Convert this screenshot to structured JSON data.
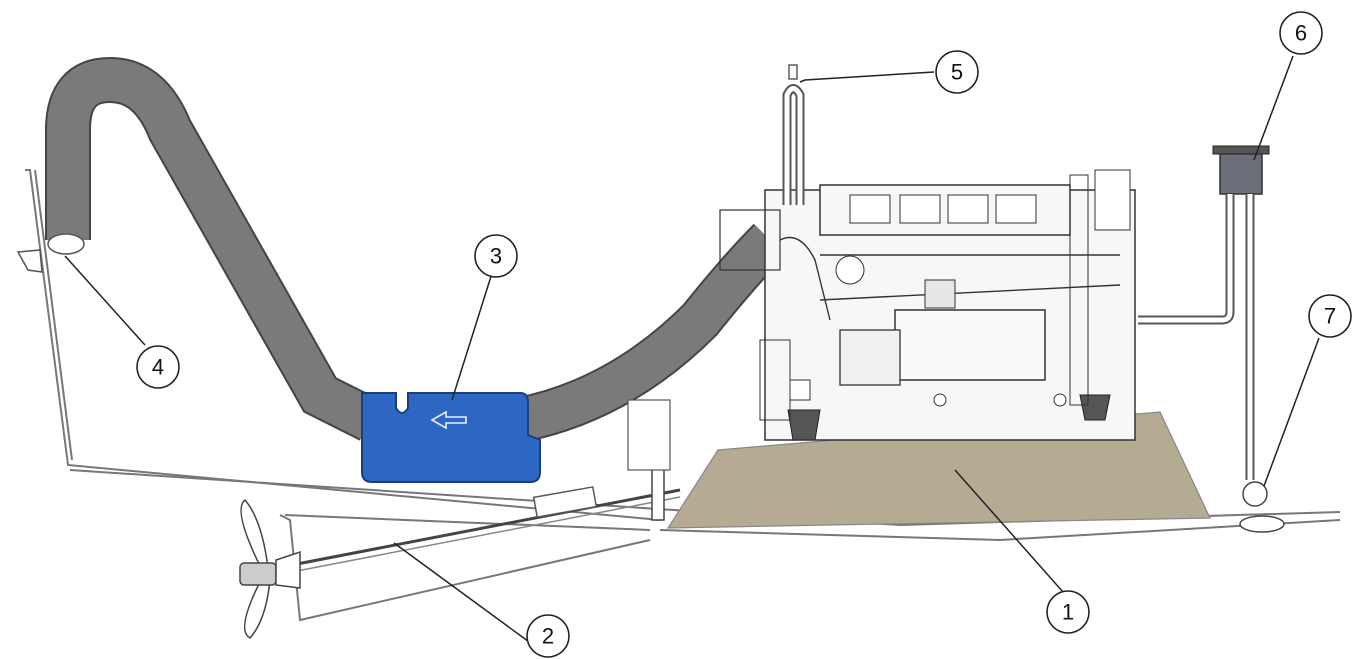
{
  "diagram": {
    "colors": {
      "hose": "#7a7a7a",
      "hose_edge": "#444444",
      "muffler": "#2d67c4",
      "engine_bed": "#b5ab93",
      "hull_line": "#777777",
      "line": "#222222"
    },
    "callouts": [
      {
        "id": "1",
        "label": "1"
      },
      {
        "id": "2",
        "label": "2"
      },
      {
        "id": "3",
        "label": "3"
      },
      {
        "id": "4",
        "label": "4"
      },
      {
        "id": "5",
        "label": "5"
      },
      {
        "id": "6",
        "label": "6"
      },
      {
        "id": "7",
        "label": "7"
      }
    ]
  }
}
